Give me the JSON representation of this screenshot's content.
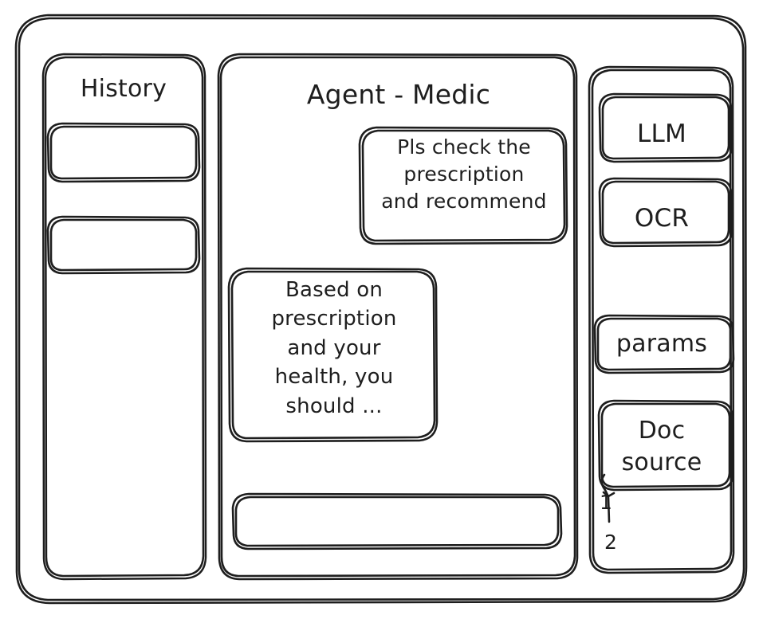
{
  "app": {
    "style": "hand-drawn-wireframe",
    "stroke_color": "#1e1e1e",
    "background_color": "#ffffff"
  },
  "sidebar_left": {
    "title": "History",
    "items": [
      {
        "label": ""
      },
      {
        "label": ""
      }
    ]
  },
  "main": {
    "title": "Agent - Medic",
    "messages": [
      {
        "role": "user",
        "text": "Pls check the\nprescription\nand recommend"
      },
      {
        "role": "assistant",
        "text": "Based on\nprescription\nand your\nhealth, you\nshould ..."
      }
    ],
    "composer": {
      "value": "",
      "placeholder": ""
    }
  },
  "sidebar_right": {
    "buttons": [
      {
        "label": "LLM"
      },
      {
        "label": "OCR"
      },
      {
        "label": "params"
      },
      {
        "label": "Doc\nsource"
      }
    ],
    "sources": [
      {
        "label": "1"
      },
      {
        "label": "2"
      }
    ]
  }
}
